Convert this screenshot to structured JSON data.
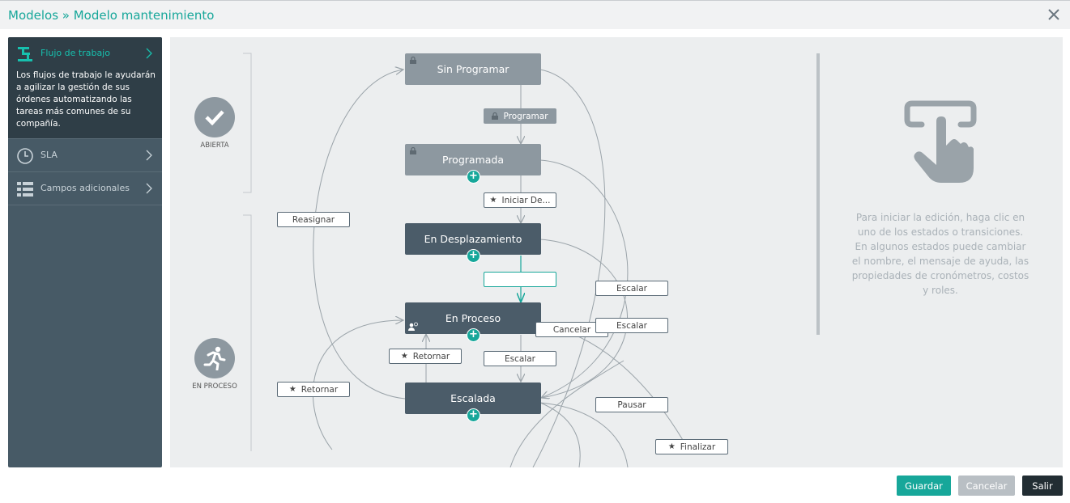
{
  "header": {
    "breadcrumb": "Modelos » Modelo mantenimiento",
    "close_icon": "close-icon"
  },
  "sidebar": {
    "items": [
      {
        "label": "Flujo de trabajo",
        "icon": "workflow-icon",
        "active": true,
        "description": "Los flujos de trabajo le ayudarán a agilizar la gestión de sus órdenes automatizando las tareas más comunes de su compañía."
      },
      {
        "label": "SLA",
        "icon": "clock-icon",
        "active": false
      },
      {
        "label": "Campos adicionales",
        "icon": "list-icon",
        "active": false
      }
    ]
  },
  "phases": [
    {
      "label": "ABIERTA",
      "icon": "check-icon"
    },
    {
      "label": "EN PROCESO",
      "icon": "running-icon"
    }
  ],
  "states": [
    {
      "label": "Sin Programar",
      "locked": true
    },
    {
      "label": "Programada",
      "locked": true
    },
    {
      "label": "En Desplazamiento"
    },
    {
      "label": "En Proceso"
    },
    {
      "label": "Escalada"
    }
  ],
  "transitions": {
    "programar": "Programar",
    "iniciar": "Iniciar De...",
    "selected": "",
    "escalar_1": "Escalar",
    "escalar_2": "Escalar",
    "escalar_3": "Escalar",
    "cancelar": "Cancelar",
    "retornar_1": "Retornar",
    "retornar_2": "Retornar",
    "reasignar": "Reasignar",
    "pausar": "Pausar",
    "finalizar": "Finalizar"
  },
  "info": {
    "text": "Para iniciar la edición, haga clic en uno de los estados o transiciones. En algunos estados puede cambiar el nombre, el mensaje de ayuda, las propiedades de cronómetros, costos y roles.",
    "icon": "touch-icon"
  },
  "footer": {
    "save": "Guardar",
    "cancel": "Cancelar",
    "exit": "Salir"
  },
  "colors": {
    "accent": "#17a79a",
    "sidebar": "#475a66",
    "state_dark": "#4b5c69",
    "state_light": "#8d98a0"
  }
}
